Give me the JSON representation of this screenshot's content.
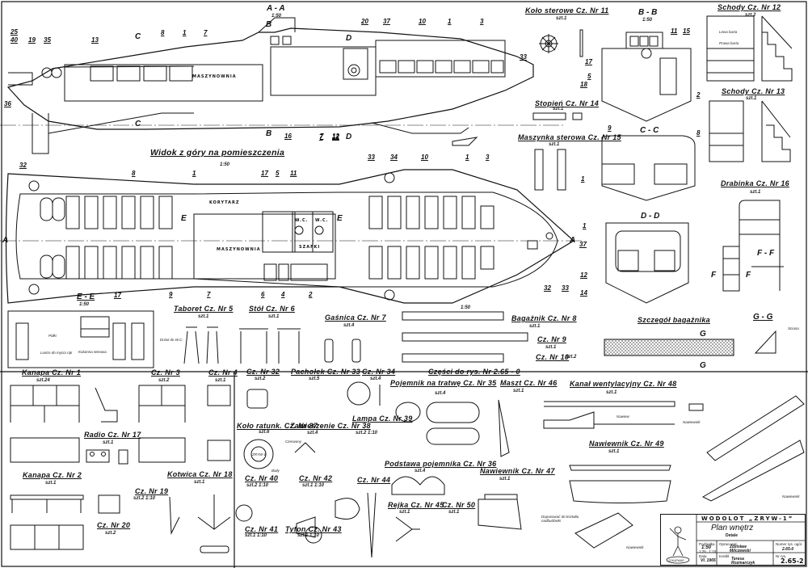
{
  "drawing": {
    "section_aa": {
      "label": "A - A",
      "scale": "1:50"
    },
    "section_bb": {
      "label": "B - B",
      "scale": "1:50"
    },
    "section_cc": {
      "label": "C - C"
    },
    "section_dd": {
      "label": "D - D"
    },
    "section_ee": {
      "label": "E - E",
      "scale": "1:50"
    },
    "section_ff": {
      "label": "F - F"
    },
    "section_gg": {
      "label": "G - G",
      "note": "Sciana"
    },
    "top_view": {
      "title": "Widok z góry na pomieszczenia",
      "scale": "1:50"
    },
    "rooms": {
      "engine": "MASZYNOWNIA",
      "corridor": "KORYTARZ",
      "wc": "W.C.",
      "cabinet": "SZAFKI"
    },
    "markers": {
      "A": "A",
      "B": "B",
      "C": "C",
      "D": "D",
      "E": "E",
      "F": "F",
      "G": "G"
    },
    "callouts_side": [
      "25",
      "40",
      "19",
      "35",
      "13",
      "8",
      "1",
      "7",
      "36",
      "16",
      "20",
      "37",
      "10",
      "1",
      "3",
      "7",
      "12",
      "33",
      "18"
    ],
    "callouts_top": [
      "32",
      "8",
      "1",
      "17",
      "5",
      "11",
      "7",
      "12",
      "33",
      "34",
      "10",
      "1",
      "3",
      "9",
      "7",
      "6",
      "4",
      "2",
      "32",
      "33"
    ],
    "callouts_bb": [
      "11",
      "15",
      "17",
      "5",
      "2"
    ],
    "callouts_cc": [
      "9",
      "8",
      "1"
    ],
    "callouts_dd": [
      "1",
      "37",
      "12",
      "14"
    ],
    "ee_notes": {
      "callout": "17",
      "shelves": "Półki",
      "mirror": "Lustro do mycia rąk",
      "steering": "Kolumna sterowa",
      "doors_wc": "Drzwi do W.C."
    },
    "parts_scale": "1:50",
    "parts": [
      {
        "name": "Koło sterowe Cz. Nr 11",
        "qty": "szt.1"
      },
      {
        "name": "Stopień Cz. Nr 14",
        "qty": "szt.1"
      },
      {
        "name": "Maszynka sterowa Cz. Nr 15",
        "qty": "szt.1"
      },
      {
        "name": "Schody Cz. Nr 12",
        "qty": "szt.2",
        "notes": [
          "Lewa burta",
          "Prawa burta"
        ]
      },
      {
        "name": "Schody Cz. Nr 13",
        "qty": "szt.1"
      },
      {
        "name": "Drabinka Cz. Nr 16",
        "qty": "szt.1"
      },
      {
        "name": "Taboret Cz. Nr 5",
        "qty": "szt.1"
      },
      {
        "name": "Stół Cz. Nr 6",
        "qty": "szt.1"
      },
      {
        "name": "Gaśnica Cz. Nr 7",
        "qty": "szt.4"
      },
      {
        "name": "Bagażnik Cz. Nr 8",
        "qty": "szt.1"
      },
      {
        "name": "Cz. Nr 9",
        "qty": "szt.1"
      },
      {
        "name": "Cz. Nr 10",
        "qty": "szt.2"
      },
      {
        "name": "Szczegół bagażnika",
        "qty": ""
      },
      {
        "name": "Kanapa Cz. Nr 1",
        "qty": "szt.24"
      },
      {
        "name": "Cz. Nr 3",
        "qty": "szt.2"
      },
      {
        "name": "Cz. Nr 4",
        "qty": "szt.1"
      },
      {
        "name": "Radio Cz. Nr 17",
        "qty": "szt.1"
      },
      {
        "name": "Kanapa Cz. Nr 2",
        "qty": "szt.1"
      },
      {
        "name": "Kotwica Cz. Nr 18",
        "qty": "szt.1"
      },
      {
        "name": "Cz. Nr 19",
        "qty": "szt.2  1:10"
      },
      {
        "name": "Cz. Nr 20",
        "qty": "szt.2"
      },
      {
        "name": "Cz. Nr 32",
        "qty": "szt.2"
      },
      {
        "name": "Pachołek Cz. Nr 33",
        "qty": "szt.5"
      },
      {
        "name": "Cz. Nr 34",
        "qty": "szt.4"
      },
      {
        "name": "Pojemnik na tratwę Cz. Nr 35",
        "qty": "szt.4"
      },
      {
        "name": "Koło ratunk. Cz. Nr 37",
        "qty": "szt.6"
      },
      {
        "name": "Zawieszenie Cz. Nr 38",
        "qty": "szt.4"
      },
      {
        "name": "Lampa Cz. Nr 39",
        "qty": "szt.2  1:10"
      },
      {
        "name": "Podstawa pojemnika Cz. Nr 36",
        "qty": "szt.4"
      },
      {
        "name": "Cz. Nr 40",
        "qty": "szt.2  1:10"
      },
      {
        "name": "Cz. Nr 42",
        "qty": "szt.1  1:10"
      },
      {
        "name": "Cz. Nr 44",
        "qty": ""
      },
      {
        "name": "Cz. Nr 41",
        "qty": "szt.1  1:10"
      },
      {
        "name": "Tyfon Cz. Nr 43",
        "qty": "szt.1  1:10"
      },
      {
        "name": "Rejka Cz. Nr 45",
        "qty": "szt.1"
      },
      {
        "name": "Cz. Nr 50",
        "qty": "szt.1"
      },
      {
        "name": "Maszt Cz. Nr 46",
        "qty": "szt.1"
      },
      {
        "name": "Kanał wentylacyjny Cz. Nr 48",
        "qty": "szt.1"
      },
      {
        "name": "Nawiewnik Cz. Nr 49",
        "qty": "szt.1"
      },
      {
        "name": "Nawiewnik Cz. Nr 47",
        "qty": "szt.1"
      }
    ],
    "parts_group_title": "Części do rys. Nr 2.65 - 0",
    "part_notes": {
      "nawiew": "Nawiew",
      "nawiewnik": "Nawiewnik",
      "ring_text": "ZRYW-1",
      "ring_lines": "Czerwony",
      "ring_white": "Biały",
      "attach": "Dopasować do kształtu nadbudówki"
    }
  },
  "title_block": {
    "vessel": "WODOLOT  „ZRYW-1”",
    "title": "Plan wnętrz",
    "subtitle": "Detale",
    "scale_label": "Podziałka",
    "scale": "1:50",
    "scale2": "1:25 , 1:10",
    "drawn_label": "Opracował",
    "drawn_by": [
      "Zdzisław",
      "Milczewski"
    ],
    "date_label": "Data",
    "date": "VI. 1965",
    "checked_label": "Kreślił",
    "checked_by": [
      "Teresa",
      "Rozmarczyk"
    ],
    "ref_label": "Numer rys. ogól.",
    "ref": "2.65-0",
    "drawing_no_label": "Nr rys.",
    "drawing_no": "2.65-2",
    "logo_text": "ZOKAPMAR"
  }
}
